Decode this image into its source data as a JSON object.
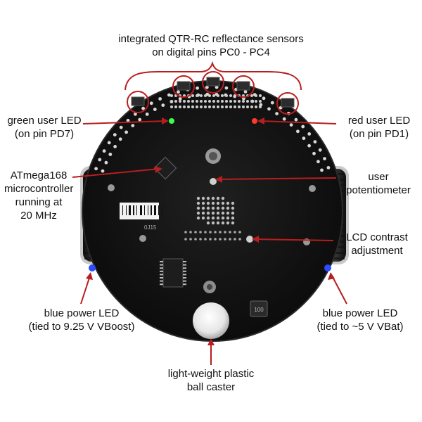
{
  "colors": {
    "board": "#151515",
    "board_edge": "#2a2a2a",
    "callout": "#b81e1e",
    "wheel": "#1a1a1a",
    "wheel_rim": "#bfbfbf",
    "blue_led": "#2a4cff",
    "green_led": "#3cff4a",
    "red_led": "#ff3a2a",
    "pad": "#d8d8d8",
    "text": "#111111"
  },
  "labels": {
    "sensors": [
      "integrated QTR-RC reflectance sensors",
      "on digital pins PC0 - PC4"
    ],
    "green_led": [
      "green user LED",
      "(on pin PD7)"
    ],
    "red_led": [
      "red user LED",
      "(on pin PD1)"
    ],
    "mcu": [
      "ATmega168",
      "microcontroller",
      "running at",
      "20 MHz"
    ],
    "pot": [
      "user",
      "potentiometer"
    ],
    "lcd": [
      "LCD contrast",
      "adjustment"
    ],
    "blue_left": [
      "blue power LED",
      "(tied to 9.25 V VBoost)"
    ],
    "blue_right": [
      "blue power LED",
      "(tied to ~5 V VBat)"
    ],
    "caster": [
      "light-weight plastic",
      "ball caster"
    ]
  },
  "board_marks": {
    "barcode_text": "0J15",
    "inductor_text": "100"
  }
}
